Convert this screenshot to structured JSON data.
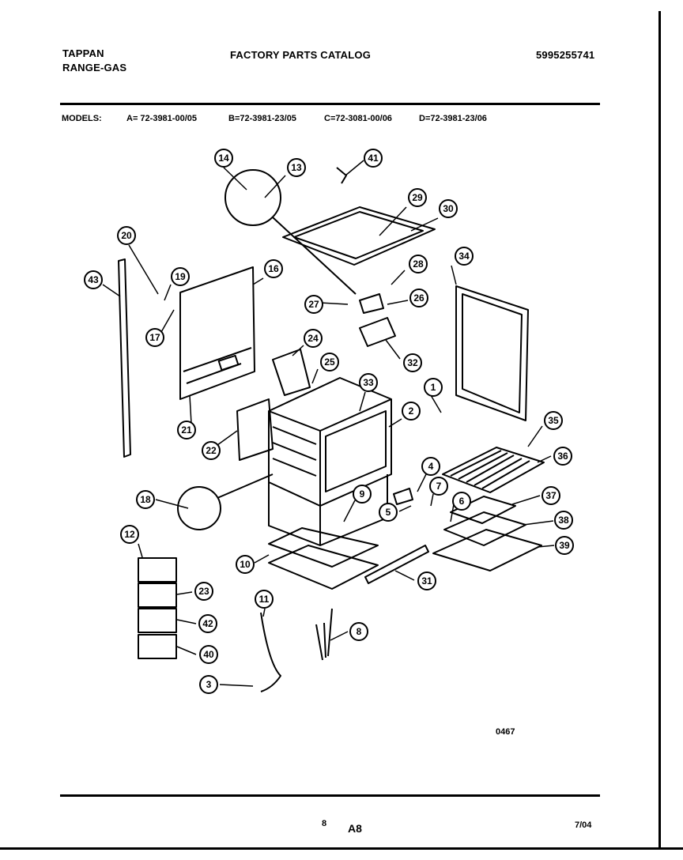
{
  "header": {
    "brand": "TAPPAN",
    "product": "RANGE-GAS",
    "title": "FACTORY PARTS CATALOG",
    "catalog_number": "5995255741"
  },
  "models": {
    "label": "MODELS:",
    "a": "A= 72-3981-00/05",
    "b": "B=72-3981-23/05",
    "c": "C=72-3081-00/06",
    "d": "D=72-3981-23/06"
  },
  "callouts": [
    "14",
    "13",
    "41",
    "29",
    "30",
    "20",
    "19",
    "16",
    "43",
    "28",
    "34",
    "27",
    "26",
    "17",
    "32",
    "24",
    "25",
    "1",
    "33",
    "2",
    "35",
    "21",
    "22",
    "36",
    "4",
    "7",
    "6",
    "37",
    "9",
    "5",
    "38",
    "18",
    "39",
    "12",
    "10",
    "31",
    "23",
    "11",
    "42",
    "8",
    "40",
    "3"
  ],
  "footer": {
    "drawing_code": "0467",
    "page_number": "8",
    "section": "A8",
    "date": "7/04"
  }
}
